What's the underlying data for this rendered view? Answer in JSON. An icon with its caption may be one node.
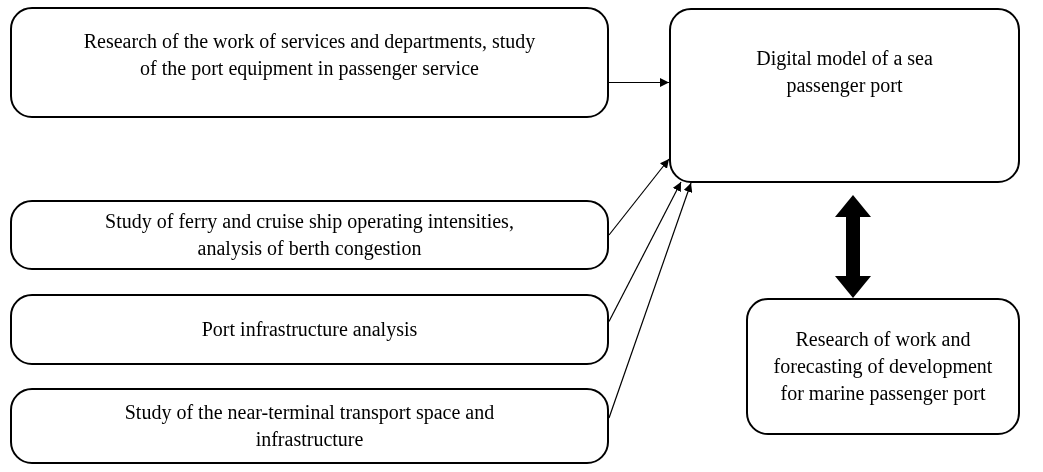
{
  "diagram": {
    "nodes": [
      {
        "text": [
          "Research of the work of services and departments, study of the port equipment in passenger service"
        ]
      },
      {
        "text": [
          "Digital model of a sea passenger port"
        ]
      },
      {
        "text": [
          "Study of ferry and cruise ship operating intensities, analysis of berth congestion"
        ]
      },
      {
        "text": [
          "Port infrastructure analysis"
        ]
      },
      {
        "text": [
          "Study of the near-terminal transport space and infrastructure"
        ]
      },
      {
        "text": [
          "Research of work and forecasting of development for marine passenger port"
        ]
      }
    ],
    "edges": [
      {
        "from": 0,
        "to": 1,
        "arrow": "to"
      },
      {
        "from": 2,
        "to": 1,
        "arrow": "to"
      },
      {
        "from": 3,
        "to": 1,
        "arrow": "to"
      },
      {
        "from": 4,
        "to": 1,
        "arrow": "to"
      },
      {
        "from": 1,
        "to": 5,
        "arrow": "both",
        "style": "thick"
      }
    ]
  }
}
